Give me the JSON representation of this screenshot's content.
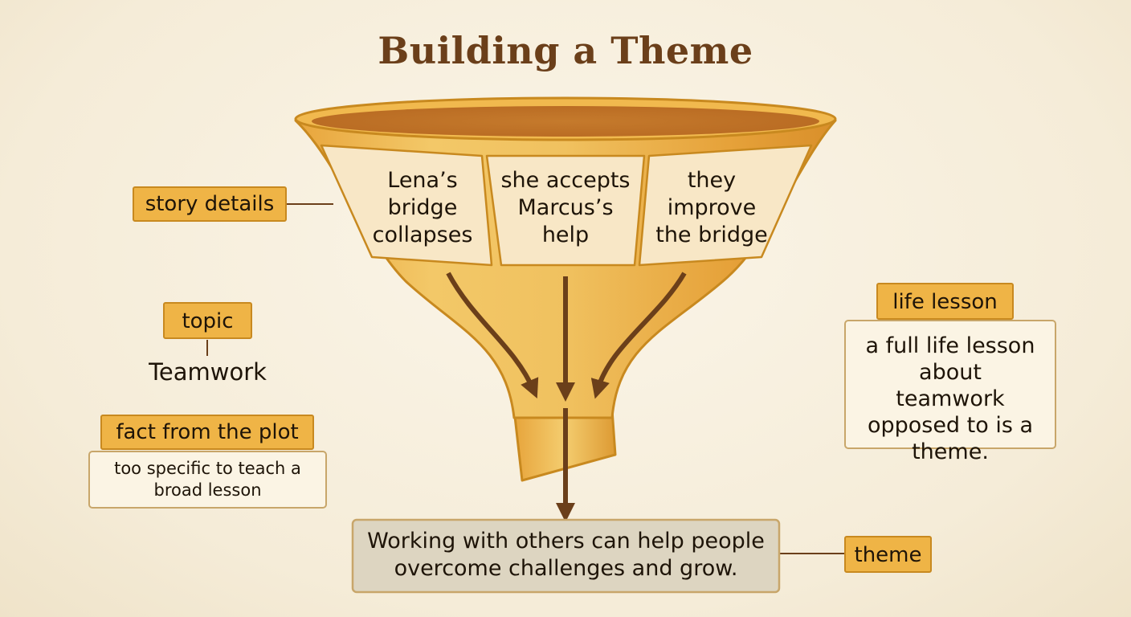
{
  "title": "Building a Theme",
  "details": [
    "Lena’s bridge collapses",
    "she accepts Marcus’s help",
    "they improve the bridge"
  ],
  "labels": {
    "story_details": "story details",
    "topic": "topic",
    "topic_value": "Teamwork",
    "fact": "fact from the plot",
    "fact_note": "too specific to teach a broad lesson",
    "life_lesson": "life lesson",
    "life_note": "a full life lesson about teamwork opposed to is a theme.",
    "theme": "theme",
    "theme_statement": "Working with others can help people overcome challenges and grow."
  },
  "colors": {
    "tag_fill": "#efb446",
    "funnel_gold": "#e8a53c",
    "arrow": "#6b3f1a",
    "title": "#6b3f1a"
  }
}
